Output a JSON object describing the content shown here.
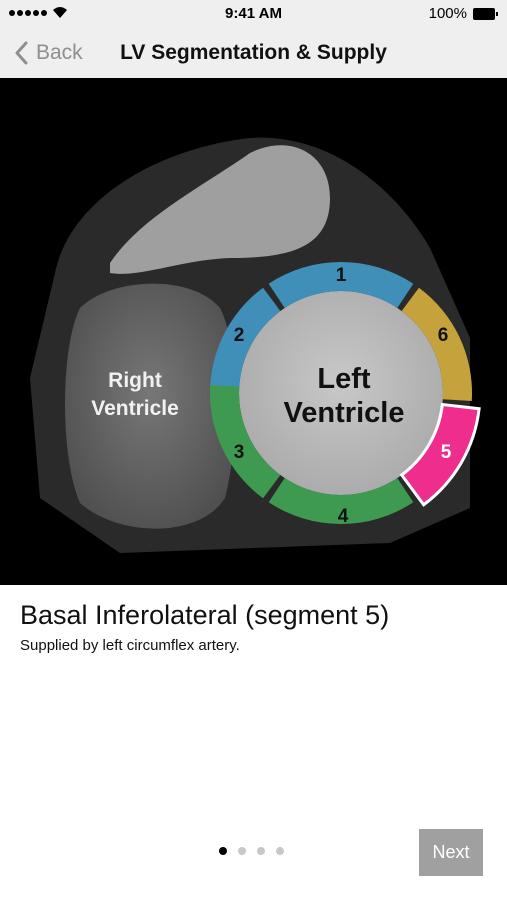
{
  "status_bar": {
    "time": "9:41 AM",
    "battery": "100%",
    "icons": [
      "signal-dots-icon",
      "wifi-icon",
      "battery-icon"
    ]
  },
  "nav": {
    "back_label": "Back",
    "title": "LV Segmentation & Supply",
    "icons": [
      "chevron-left-icon"
    ]
  },
  "figure": {
    "right_ventricle_label": [
      "Right",
      "Ventricle"
    ],
    "left_ventricle_label": [
      "Left",
      "Ventricle"
    ],
    "segments": [
      {
        "label": "1",
        "color": "#3f8fb8"
      },
      {
        "label": "2",
        "color": "#3f8fb8"
      },
      {
        "label": "3",
        "color": "#3e9a51"
      },
      {
        "label": "4",
        "color": "#3e9a51"
      },
      {
        "label": "5",
        "color": "#ee2d8d",
        "selected": true
      },
      {
        "label": "6",
        "color": "#c5a23b"
      }
    ]
  },
  "detail": {
    "title": "Basal Inferolateral (segment 5)",
    "subtitle": "Supplied by left circumflex artery."
  },
  "pager": {
    "pages": 4,
    "current": 1
  },
  "next_label": "Next"
}
